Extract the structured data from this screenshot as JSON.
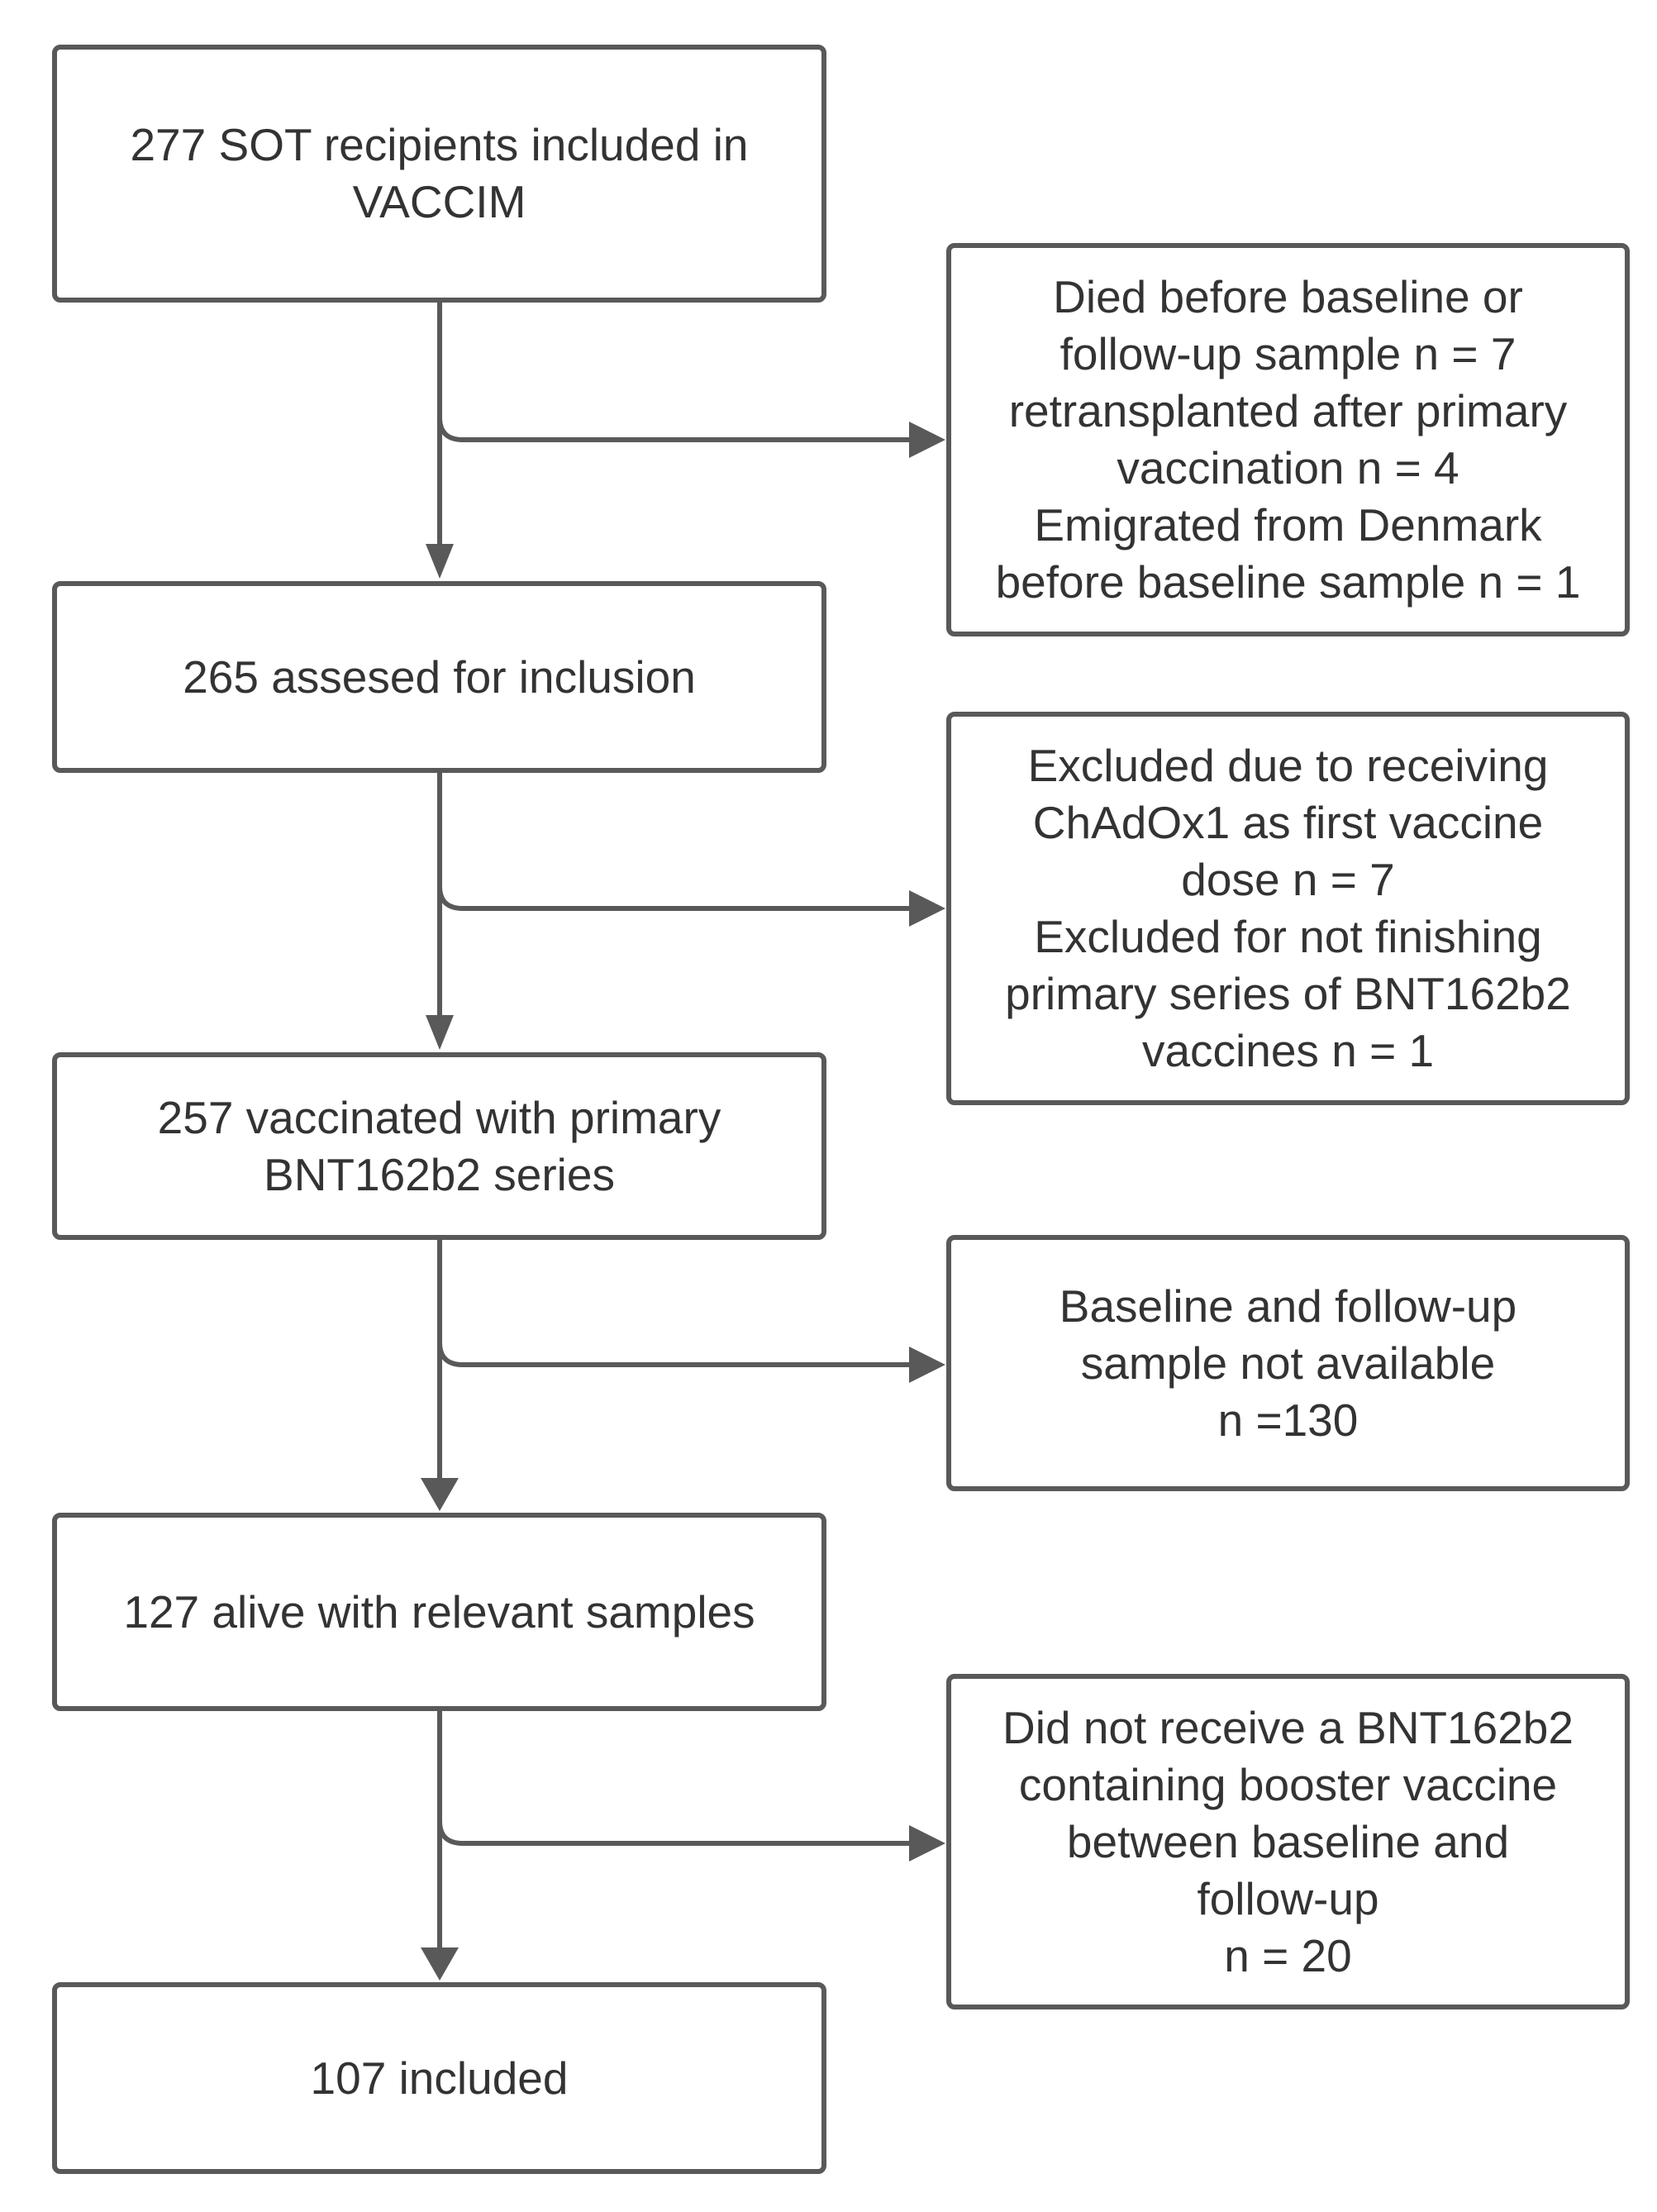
{
  "colors": {
    "line": "#595959",
    "text": "#333333",
    "background": "#ffffff"
  },
  "main_boxes": [
    {
      "id": "m1",
      "lines": [
        "277 SOT recipients included in",
        "VACCIM"
      ]
    },
    {
      "id": "m2",
      "lines": [
        "265 assesed for inclusion"
      ]
    },
    {
      "id": "m3",
      "lines": [
        "257 vaccinated with primary",
        "BNT162b2 series"
      ]
    },
    {
      "id": "m4",
      "lines": [
        "127 alive with relevant samples"
      ]
    },
    {
      "id": "m5",
      "lines": [
        "107 included"
      ]
    }
  ],
  "exclusion_boxes": [
    {
      "id": "e1",
      "lines": [
        "Died before baseline or",
        "follow-up sample n = 7",
        "retransplanted after primary",
        "vaccination n = 4",
        "Emigrated from Denmark",
        "before baseline sample n = 1"
      ]
    },
    {
      "id": "e2",
      "lines": [
        "Excluded due to receiving",
        "ChAdOx1 as first vaccine",
        "dose n = 7",
        "Excluded for not finishing",
        "primary series of BNT162b2",
        "vaccines n = 1"
      ]
    },
    {
      "id": "e3",
      "lines": [
        "Baseline and follow-up",
        "sample not available",
        "n =130"
      ]
    },
    {
      "id": "e4",
      "lines": [
        "Did not receive a BNT162b2",
        "containing booster vaccine",
        "between baseline and",
        "follow-up",
        "n = 20"
      ]
    }
  ]
}
